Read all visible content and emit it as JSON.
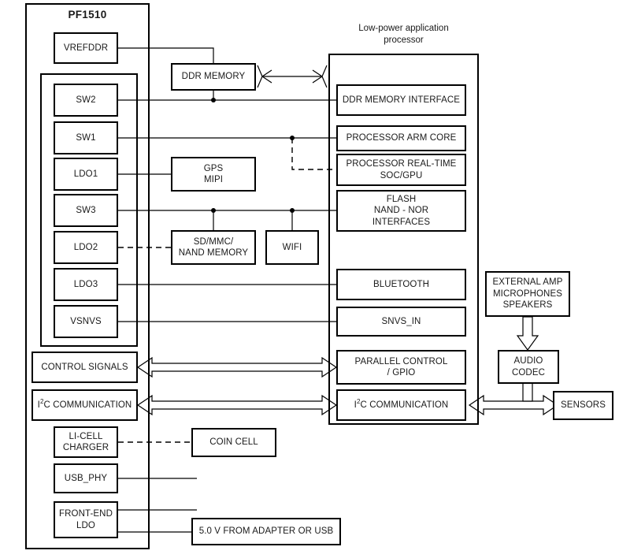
{
  "diagram": {
    "type": "block-diagram",
    "titles": {
      "pmic": "PF1510",
      "processor_line1": "Low-power application",
      "processor_line2": "processor"
    },
    "pmic_blocks": [
      {
        "id": "vrefddr",
        "label": "VREFDDR"
      },
      {
        "id": "sw2",
        "label": "SW2"
      },
      {
        "id": "sw1",
        "label": "SW1"
      },
      {
        "id": "ldo1",
        "label": "LDO1"
      },
      {
        "id": "sw3",
        "label": "SW3"
      },
      {
        "id": "ldo2",
        "label": "LDO2"
      },
      {
        "id": "ldo3",
        "label": "LDO3"
      },
      {
        "id": "vsnvs",
        "label": "VSNVS"
      },
      {
        "id": "control-signals",
        "label": "CONTROL SIGNALS"
      },
      {
        "id": "i2c-pmic",
        "label": "I2C COMMUNICATION"
      },
      {
        "id": "li-cell-charger",
        "label": "LI-CELL CHARGER"
      },
      {
        "id": "usb-phy",
        "label": "USB_PHY"
      },
      {
        "id": "front-end-ldo",
        "label": "FRONT-END LDO"
      }
    ],
    "middle_blocks": [
      {
        "id": "ddr-memory",
        "label": "DDR MEMORY"
      },
      {
        "id": "gps-mipi",
        "label": "GPS MIPI"
      },
      {
        "id": "sd-mmc-nand",
        "label": "SD/MMC/ NAND MEMORY"
      },
      {
        "id": "wifi",
        "label": "WIFI"
      },
      {
        "id": "coin-cell",
        "label": "COIN CELL"
      },
      {
        "id": "adapter",
        "label": "5.0 V FROM ADAPTER OR USB"
      }
    ],
    "processor_blocks": [
      {
        "id": "ddr-memory-interface",
        "label": "DDR MEMORY INTERFACE"
      },
      {
        "id": "processor-arm-core",
        "label": "PROCESSOR ARM CORE"
      },
      {
        "id": "processor-real-time",
        "label": "PROCESSOR REAL-TIME SOC/GPU"
      },
      {
        "id": "flash-nand-nor",
        "label": "FLASH NAND - NOR INTERFACES"
      },
      {
        "id": "bluetooth",
        "label": "BLUETOOTH"
      },
      {
        "id": "snvs-in",
        "label": "SNVS_IN"
      },
      {
        "id": "parallel-control-gpio",
        "label": "PARALLEL CONTROL / GPIO"
      },
      {
        "id": "i2c-processor",
        "label": "I2C COMMUNICATION"
      }
    ],
    "peripheral_blocks": [
      {
        "id": "external-amp",
        "label": "EXTERNAL AMP MICROPHONES SPEAKERS"
      },
      {
        "id": "audio-codec",
        "label": "AUDIO CODEC"
      },
      {
        "id": "sensors",
        "label": "SENSORS"
      }
    ],
    "text": {
      "vrefddr": "VREFDDR",
      "sw2": "SW2",
      "sw1": "SW1",
      "ldo1": "LDO1",
      "sw3": "SW3",
      "ldo2": "LDO2",
      "ldo3": "LDO3",
      "vsnvs": "VSNVS",
      "control_signals": "CONTROL SIGNALS",
      "i2c_comm": "C COMMUNICATION",
      "i2c_prefix": "I",
      "i2c_sup": "2",
      "li_cell_l1": "LI-CELL",
      "li_cell_l2": "CHARGER",
      "usb_phy": "USB_PHY",
      "front_end_l1": "FRONT-END",
      "front_end_l2": "LDO",
      "ddr_memory": "DDR MEMORY",
      "gps_l1": "GPS",
      "gps_l2": "MIPI",
      "sd_l1": "SD/MMC/",
      "sd_l2": "NAND MEMORY",
      "wifi": "WIFI",
      "coin_cell": "COIN CELL",
      "adapter": "5.0 V FROM ADAPTER OR USB",
      "ddr_mem_iface": "DDR MEMORY INTERFACE",
      "arm_core": "PROCESSOR ARM CORE",
      "realtime_l1": "PROCESSOR REAL-TIME",
      "realtime_l2": "SOC/GPU",
      "flash_l1": "FLASH",
      "flash_l2": "NAND - NOR",
      "flash_l3": "INTERFACES",
      "bluetooth": "BLUETOOTH",
      "snvs_in": "SNVS_IN",
      "parallel_l1": "PARALLEL CONTROL",
      "parallel_l2": "/ GPIO",
      "ext_amp_l1": "EXTERNAL AMP",
      "ext_amp_l2": "MICROPHONES",
      "ext_amp_l3": "SPEAKERS",
      "audio_l1": "AUDIO",
      "audio_l2": "CODEC",
      "sensors": "SENSORS"
    },
    "colors": {
      "stroke": "#000000",
      "background": "#ffffff",
      "text": "#1a1a1a"
    }
  }
}
